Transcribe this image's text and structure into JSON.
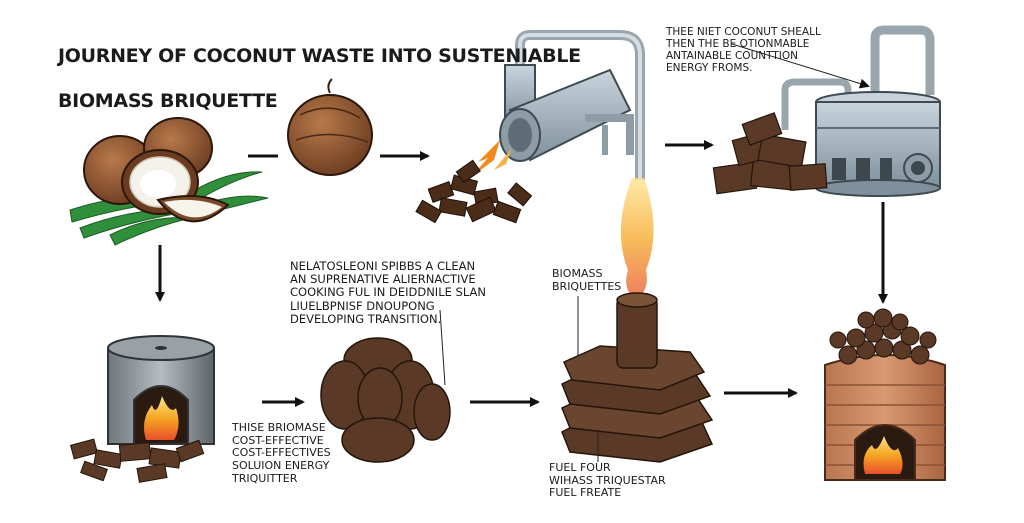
{
  "title": {
    "line1": "JOURNEY OF COCONUT WASTE INTO SUSTENIABLE",
    "line2": "BIOMASS BRIQUETTE"
  },
  "labels": {
    "top_right": "THEE NIET COCONUT SHEALL\nTHEN THE BE OTIONMABLE\nANTAINABLE COUNTTION\nENERGY FROMS.",
    "middle_left": "NELATOSLEONI SPIBBS A CLEAN\nAN SUPRENATIVE ALIERNACTIVE\nCOOKING FUL IN DEIDDNILE SLAN\nLIUELBPNISF DNOUPONG\nDEVELOPING TRANSITION.",
    "middle_right": "BIOMASS\nBRIQUETTES",
    "bottom_left": "THISE BRIOMASE\nCOST-EFFECTIVE\nCOST-EFFECTIVES\nSOLUION ENERGY\nTRIQUITTER",
    "bottom_right": "FUEL FOUR\nWIHASS TRIQUESTAR\nFUEL FREATE"
  },
  "colors": {
    "ink": "#1b1b1b",
    "shell_brown": "#7a4a2c",
    "briquette_brown": "#5a3a26",
    "metal": "#a9b7c1",
    "flame_orange": "#f08a1c",
    "leaf_green": "#2f8f3a",
    "brick": "#c9875e"
  }
}
